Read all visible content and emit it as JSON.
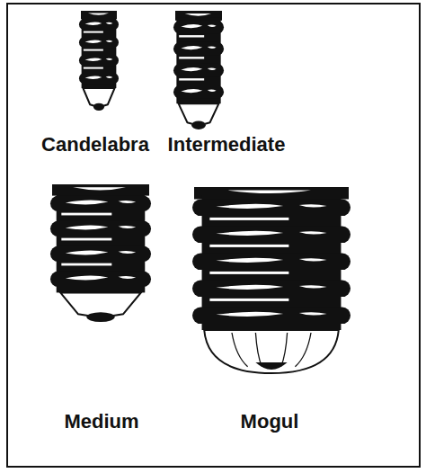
{
  "diagram": {
    "labels": [
      "Candelabra",
      "Intermediate",
      "Medium",
      "Mogul"
    ]
  }
}
